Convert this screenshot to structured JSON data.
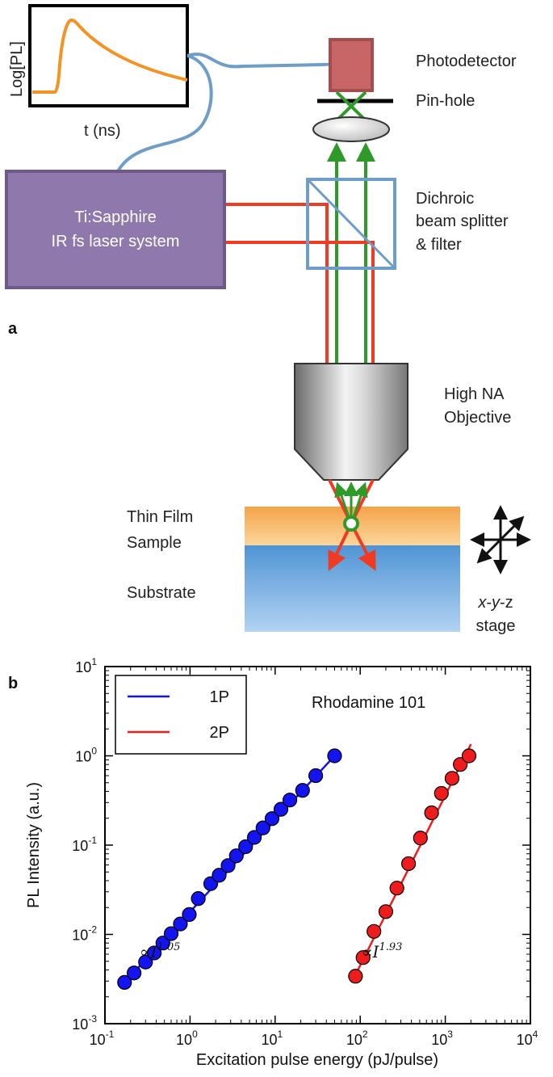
{
  "panel_a": {
    "label": "a",
    "inset": {
      "ylabel": "Log[PL]",
      "xlabel": "t (ns)"
    },
    "components": {
      "photodetector": "Photodetector",
      "pinhole": "Pin-hole",
      "dichroic_line1": "Dichroic",
      "dichroic_line2": "beam splitter",
      "dichroic_line3": "& filter",
      "laser_line1": "Ti:Sapphire",
      "laser_line2": "IR fs laser system",
      "objective_line1": "High NA",
      "objective_line2": "Objective",
      "film_line1": "Thin Film",
      "film_line2": "Sample",
      "substrate": "Substrate",
      "stage_line1_x": "x",
      "stage_line1_sep1": "-",
      "stage_line1_y": "y",
      "stage_line1_sep2": "-z",
      "stage_line2": "stage"
    },
    "colors": {
      "laser_box": "#8e78ac",
      "laser_border": "#6d5a87",
      "excitation_beam": "#ef3b23",
      "pl_beam": "#2f9a2a",
      "fiber": "#6e9dc9",
      "detector": "#c76567",
      "film": "#f5b265",
      "substrate": "#6ea8dd",
      "pl_trace": "#f39324"
    }
  },
  "panel_b": {
    "label": "b",
    "chart_data": {
      "type": "scatter",
      "xscale": "log",
      "yscale": "log",
      "xlim": [
        0.1,
        10000
      ],
      "ylim": [
        0.001,
        10
      ],
      "xlabel": "Excitation pulse energy (pJ/pulse)",
      "ylabel": "PL Intensity (a.u.)",
      "annotation_title": "Rhodamine 101",
      "x_ticks": [
        {
          "base": "10",
          "exp": "-1"
        },
        {
          "base": "10",
          "exp": "0"
        },
        {
          "base": "10",
          "exp": "1"
        },
        {
          "base": "10",
          "exp": "2"
        },
        {
          "base": "10",
          "exp": "3"
        },
        {
          "base": "10",
          "exp": "4"
        }
      ],
      "y_ticks": [
        {
          "base": "10",
          "exp": "1"
        },
        {
          "base": "10",
          "exp": "0"
        },
        {
          "base": "10",
          "exp": "-1"
        },
        {
          "base": "10",
          "exp": "-2"
        },
        {
          "base": "10",
          "exp": "-3"
        }
      ],
      "legend_position": "top-left",
      "series": [
        {
          "name": "1P",
          "color": "#1414f0",
          "slope_label_base": "∝I",
          "slope_label_exp": "1.05",
          "fit": {
            "x": [
              0.17,
              50
            ],
            "y": [
              0.0029,
              1.0
            ]
          },
          "x": [
            0.17,
            0.22,
            0.3,
            0.38,
            0.48,
            0.6,
            0.77,
            0.98,
            1.25,
            1.75,
            2.2,
            2.8,
            3.5,
            4.5,
            5.7,
            7.2,
            9.2,
            11.7,
            14.9,
            21,
            30,
            50
          ],
          "y": [
            0.0029,
            0.0037,
            0.0049,
            0.0062,
            0.008,
            0.0102,
            0.0131,
            0.0167,
            0.0252,
            0.037,
            0.046,
            0.059,
            0.076,
            0.096,
            0.122,
            0.156,
            0.198,
            0.252,
            0.32,
            0.41,
            0.6,
            1.0
          ]
        },
        {
          "name": "2P",
          "color": "#ee1c1c",
          "slope_label_base": "∝I",
          "slope_label_exp": "1.93",
          "fit": {
            "x": [
              85,
              2000
            ],
            "y": [
              0.0033,
              1.35
            ]
          },
          "x": [
            88,
            108,
            145,
            200,
            270,
            370,
            510,
            690,
            900,
            1200,
            1500,
            1900
          ],
          "y": [
            0.0034,
            0.0055,
            0.0108,
            0.018,
            0.033,
            0.062,
            0.12,
            0.23,
            0.38,
            0.56,
            0.8,
            1.0
          ]
        }
      ]
    }
  }
}
